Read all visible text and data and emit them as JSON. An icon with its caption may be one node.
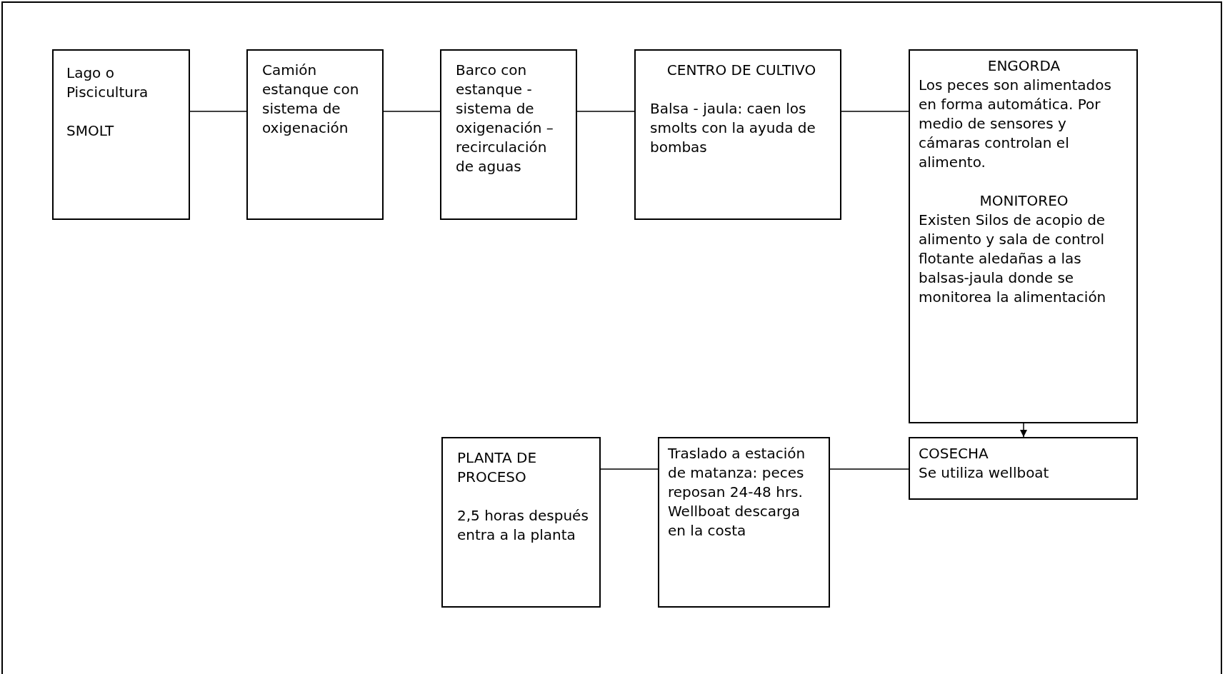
{
  "diagram": {
    "nodes": [
      {
        "text": [
          "Lago o Piscicultura",
          "SMOLT"
        ]
      },
      {
        "text": [
          "Camión estanque con sistema de oxigenación"
        ]
      },
      {
        "text": [
          "Barco con estanque - sistema de oxigenación – recirculación de aguas"
        ]
      },
      {
        "text": [
          "CENTRO DE CULTIVO",
          "Balsa - jaula: caen los smolts con la ayuda de bombas"
        ]
      },
      {
        "text": [
          "ENGORDA",
          "Los peces son alimentados en forma automática. Por medio de sensores y cámaras controlan el alimento.",
          "MONITOREO",
          "Existen Silos de acopio de alimento y sala de control flotante aledañas a las balsas-jaula donde se monitorea la alimentación"
        ]
      },
      {
        "text": [
          "PLANTA DE PROCESO",
          "2,5 horas después entra a la planta"
        ]
      },
      {
        "text": [
          "Traslado a estación de matanza: peces reposan 24-48 hrs. Wellboat descarga en la costa"
        ]
      },
      {
        "text": [
          "COSECHA",
          "Se utiliza wellboat"
        ]
      }
    ],
    "edges": [
      {
        "from": 0,
        "to": 1,
        "arrow": "none"
      },
      {
        "from": 1,
        "to": 2,
        "arrow": "none"
      },
      {
        "from": 2,
        "to": 3,
        "arrow": "none"
      },
      {
        "from": 3,
        "to": 4,
        "arrow": "none"
      },
      {
        "from": 4,
        "to": 7,
        "arrow": "to"
      },
      {
        "from": 7,
        "to": 6,
        "arrow": "none"
      },
      {
        "from": 6,
        "to": 5,
        "arrow": "none"
      }
    ]
  }
}
